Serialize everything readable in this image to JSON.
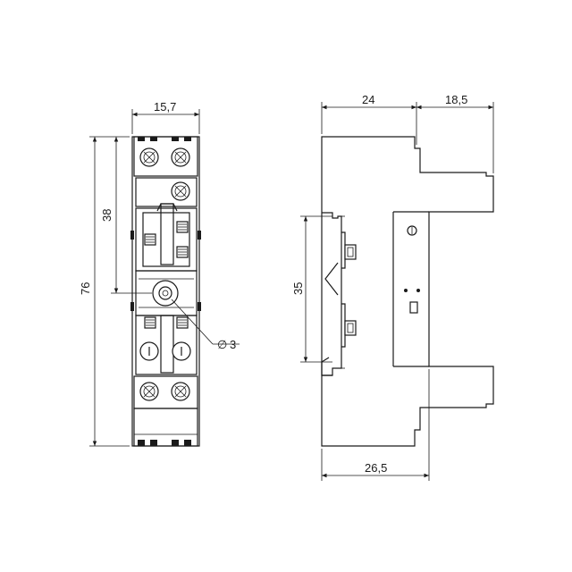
{
  "dimensions": {
    "front_width": "15,7",
    "front_height_total": "76",
    "front_height_upper": "38",
    "hole_diameter": "3",
    "hole_diameter_symbol": "∅",
    "side_left_width": "24",
    "side_right_width": "18,5",
    "side_rail_height": "35",
    "side_base_width": "26,5"
  }
}
